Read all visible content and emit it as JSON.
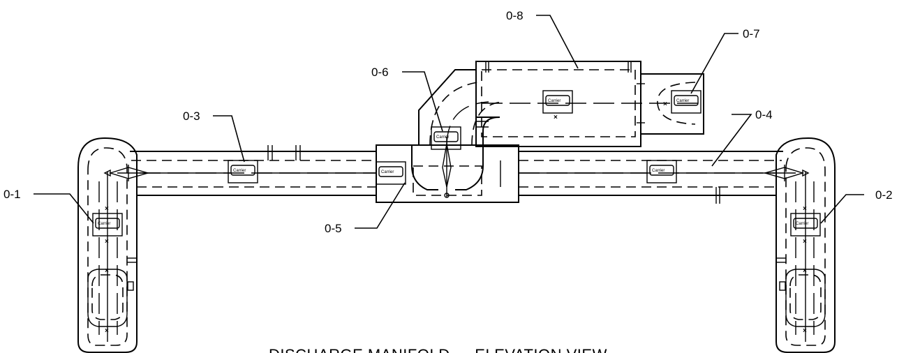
{
  "title": "DISCHARGE MANIFOLD — ELEVATION VIEW",
  "callouts": [
    {
      "id": "0-1",
      "label": "0-1"
    },
    {
      "id": "0-2",
      "label": "0-2"
    },
    {
      "id": "0-3",
      "label": "0-3"
    },
    {
      "id": "0-4",
      "label": "0-4"
    },
    {
      "id": "0-5",
      "label": "0-5"
    },
    {
      "id": "0-6",
      "label": "0-6"
    },
    {
      "id": "0-7",
      "label": "0-7"
    },
    {
      "id": "0-8",
      "label": "0-8"
    }
  ],
  "plate_text": "Carrier",
  "marks": {
    "x": "×"
  }
}
